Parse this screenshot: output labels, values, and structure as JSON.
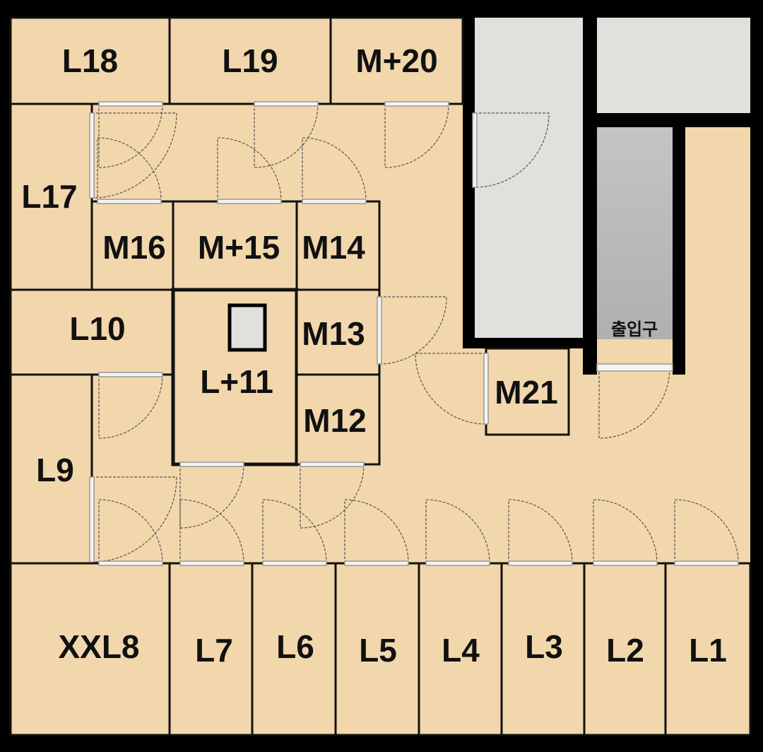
{
  "floor_plan": {
    "entrance_label": "출입구",
    "rooms": {
      "L18": "L18",
      "L19": "L19",
      "M20": "M+20",
      "L17": "L17",
      "M16": "M16",
      "M15": "M+15",
      "M14": "M14",
      "L10": "L10",
      "L11": "L+11",
      "M13": "M13",
      "M12": "M12",
      "L9": "L9",
      "M21": "M21",
      "XXL8": "XXL8",
      "L7": "L7",
      "L6": "L6",
      "L5": "L5",
      "L4": "L4",
      "L3": "L3",
      "L2": "L2",
      "L1": "L1"
    },
    "colors": {
      "floor": "#f2d7ac",
      "wall": "#000000",
      "service": "#e0e0dc",
      "stair": "#b8b8b8"
    }
  }
}
